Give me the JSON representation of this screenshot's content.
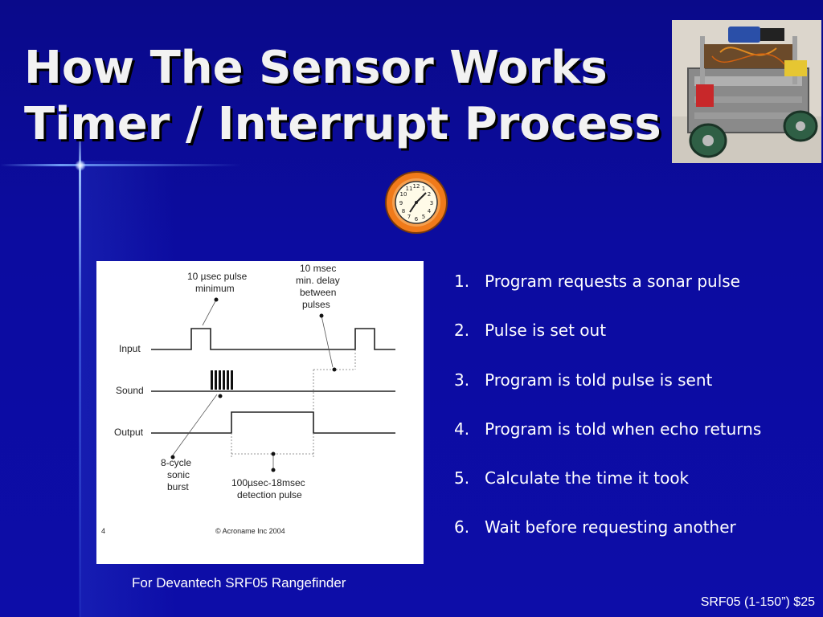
{
  "slide": {
    "title_line1": "How The Sensor Works",
    "title_line2": "Timer / Interrupt Process",
    "caption": "For Devantech SRF05 Rangefinder",
    "footer": "SRF05 (1-150”)  $25",
    "steps": [
      {
        "num": "1.",
        "text": "Program requests a sonar pulse"
      },
      {
        "num": "2.",
        "text": "Pulse is set out"
      },
      {
        "num": "3.",
        "text": "Program is told pulse is sent"
      },
      {
        "num": "4.",
        "text": "Program is told when echo returns"
      },
      {
        "num": "5.",
        "text": "Calculate the time it took"
      },
      {
        "num": "6.",
        "text": "Wait before requesting another"
      }
    ]
  },
  "diagram": {
    "label_pulse_1": "10 µsec pulse",
    "label_pulse_2": "minimum",
    "label_delay_1": "10 msec",
    "label_delay_2": "min. delay",
    "label_delay_3": "between",
    "label_delay_4": "pulses",
    "label_input": "Input",
    "label_sound": "Sound",
    "label_output": "Output",
    "label_burst_1": "8-cycle",
    "label_burst_2": "sonic",
    "label_burst_3": "burst",
    "label_detect_1": "100µsec-18msec",
    "label_detect_2": "detection pulse",
    "page_number": "4",
    "copyright": "© Acroname Inc 2004"
  },
  "icons": {
    "clock": "clock-icon",
    "robot_photo": "robot-photo"
  },
  "colors": {
    "background": "#0d0da8",
    "title": "#f2f2f2",
    "text": "#ffffff",
    "clock_ring": "#f07a1a"
  }
}
